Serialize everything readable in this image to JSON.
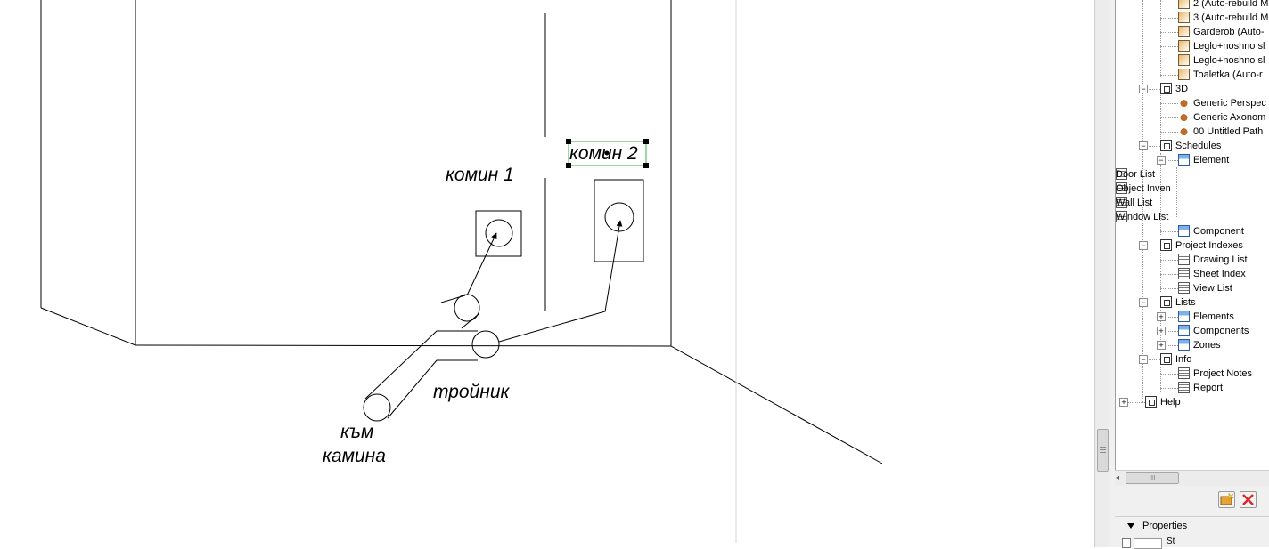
{
  "drawing": {
    "labels": {
      "komin1": "комин 1",
      "komin2": "комин 2",
      "troinik": "тройник",
      "kam_line1": "към",
      "kam_line2": "камина"
    }
  },
  "navigator": {
    "items": [
      {
        "label": "2 (Auto-rebuild M",
        "icon": "section-view-icon"
      },
      {
        "label": "3 (Auto-rebuild M",
        "icon": "section-view-icon"
      },
      {
        "label": "Garderob (Auto-",
        "icon": "section-view-icon"
      },
      {
        "label": "Leglo+noshno sl",
        "icon": "section-view-icon"
      },
      {
        "label": "Leglo+noshno sl",
        "icon": "section-view-icon"
      },
      {
        "label": "Toaletka (Auto-r",
        "icon": "section-view-icon"
      },
      {
        "label": "3D",
        "icon": "folder-3d-icon"
      },
      {
        "label": "Generic Perspec",
        "icon": "camera-icon"
      },
      {
        "label": "Generic Axonom",
        "icon": "axonometry-icon"
      },
      {
        "label": "00 Untitled Path",
        "icon": "path-icon"
      },
      {
        "label": "Schedules",
        "icon": "schedules-icon"
      },
      {
        "label": "Element",
        "icon": "element-schedule-icon"
      },
      {
        "label": "Door List",
        "icon": "list-grid-icon"
      },
      {
        "label": "Object Inven",
        "icon": "list-grid-icon"
      },
      {
        "label": "Wall List",
        "icon": "list-grid-icon"
      },
      {
        "label": "Window List",
        "icon": "list-grid-icon"
      },
      {
        "label": "Component",
        "icon": "component-schedule-icon"
      },
      {
        "label": "Project Indexes",
        "icon": "project-indexes-icon"
      },
      {
        "label": "Drawing List",
        "icon": "drawing-list-icon"
      },
      {
        "label": "Sheet Index",
        "icon": "sheet-index-icon"
      },
      {
        "label": "View List",
        "icon": "view-list-icon"
      },
      {
        "label": "Lists",
        "icon": "lists-icon"
      },
      {
        "label": "Elements",
        "icon": "elements-list-icon"
      },
      {
        "label": "Components",
        "icon": "components-list-icon"
      },
      {
        "label": "Zones",
        "icon": "zones-icon"
      },
      {
        "label": "Info",
        "icon": "info-folder-icon"
      },
      {
        "label": "Project Notes",
        "icon": "project-notes-icon"
      },
      {
        "label": "Report",
        "icon": "report-icon"
      },
      {
        "label": "Help",
        "icon": "help-folder-icon"
      }
    ]
  },
  "scroll": {
    "grip": "III"
  },
  "properties": {
    "title": "Properties",
    "field_value": "St"
  },
  "colors": {
    "selection_green": "#3cb043",
    "close_red": "#d8282c"
  }
}
